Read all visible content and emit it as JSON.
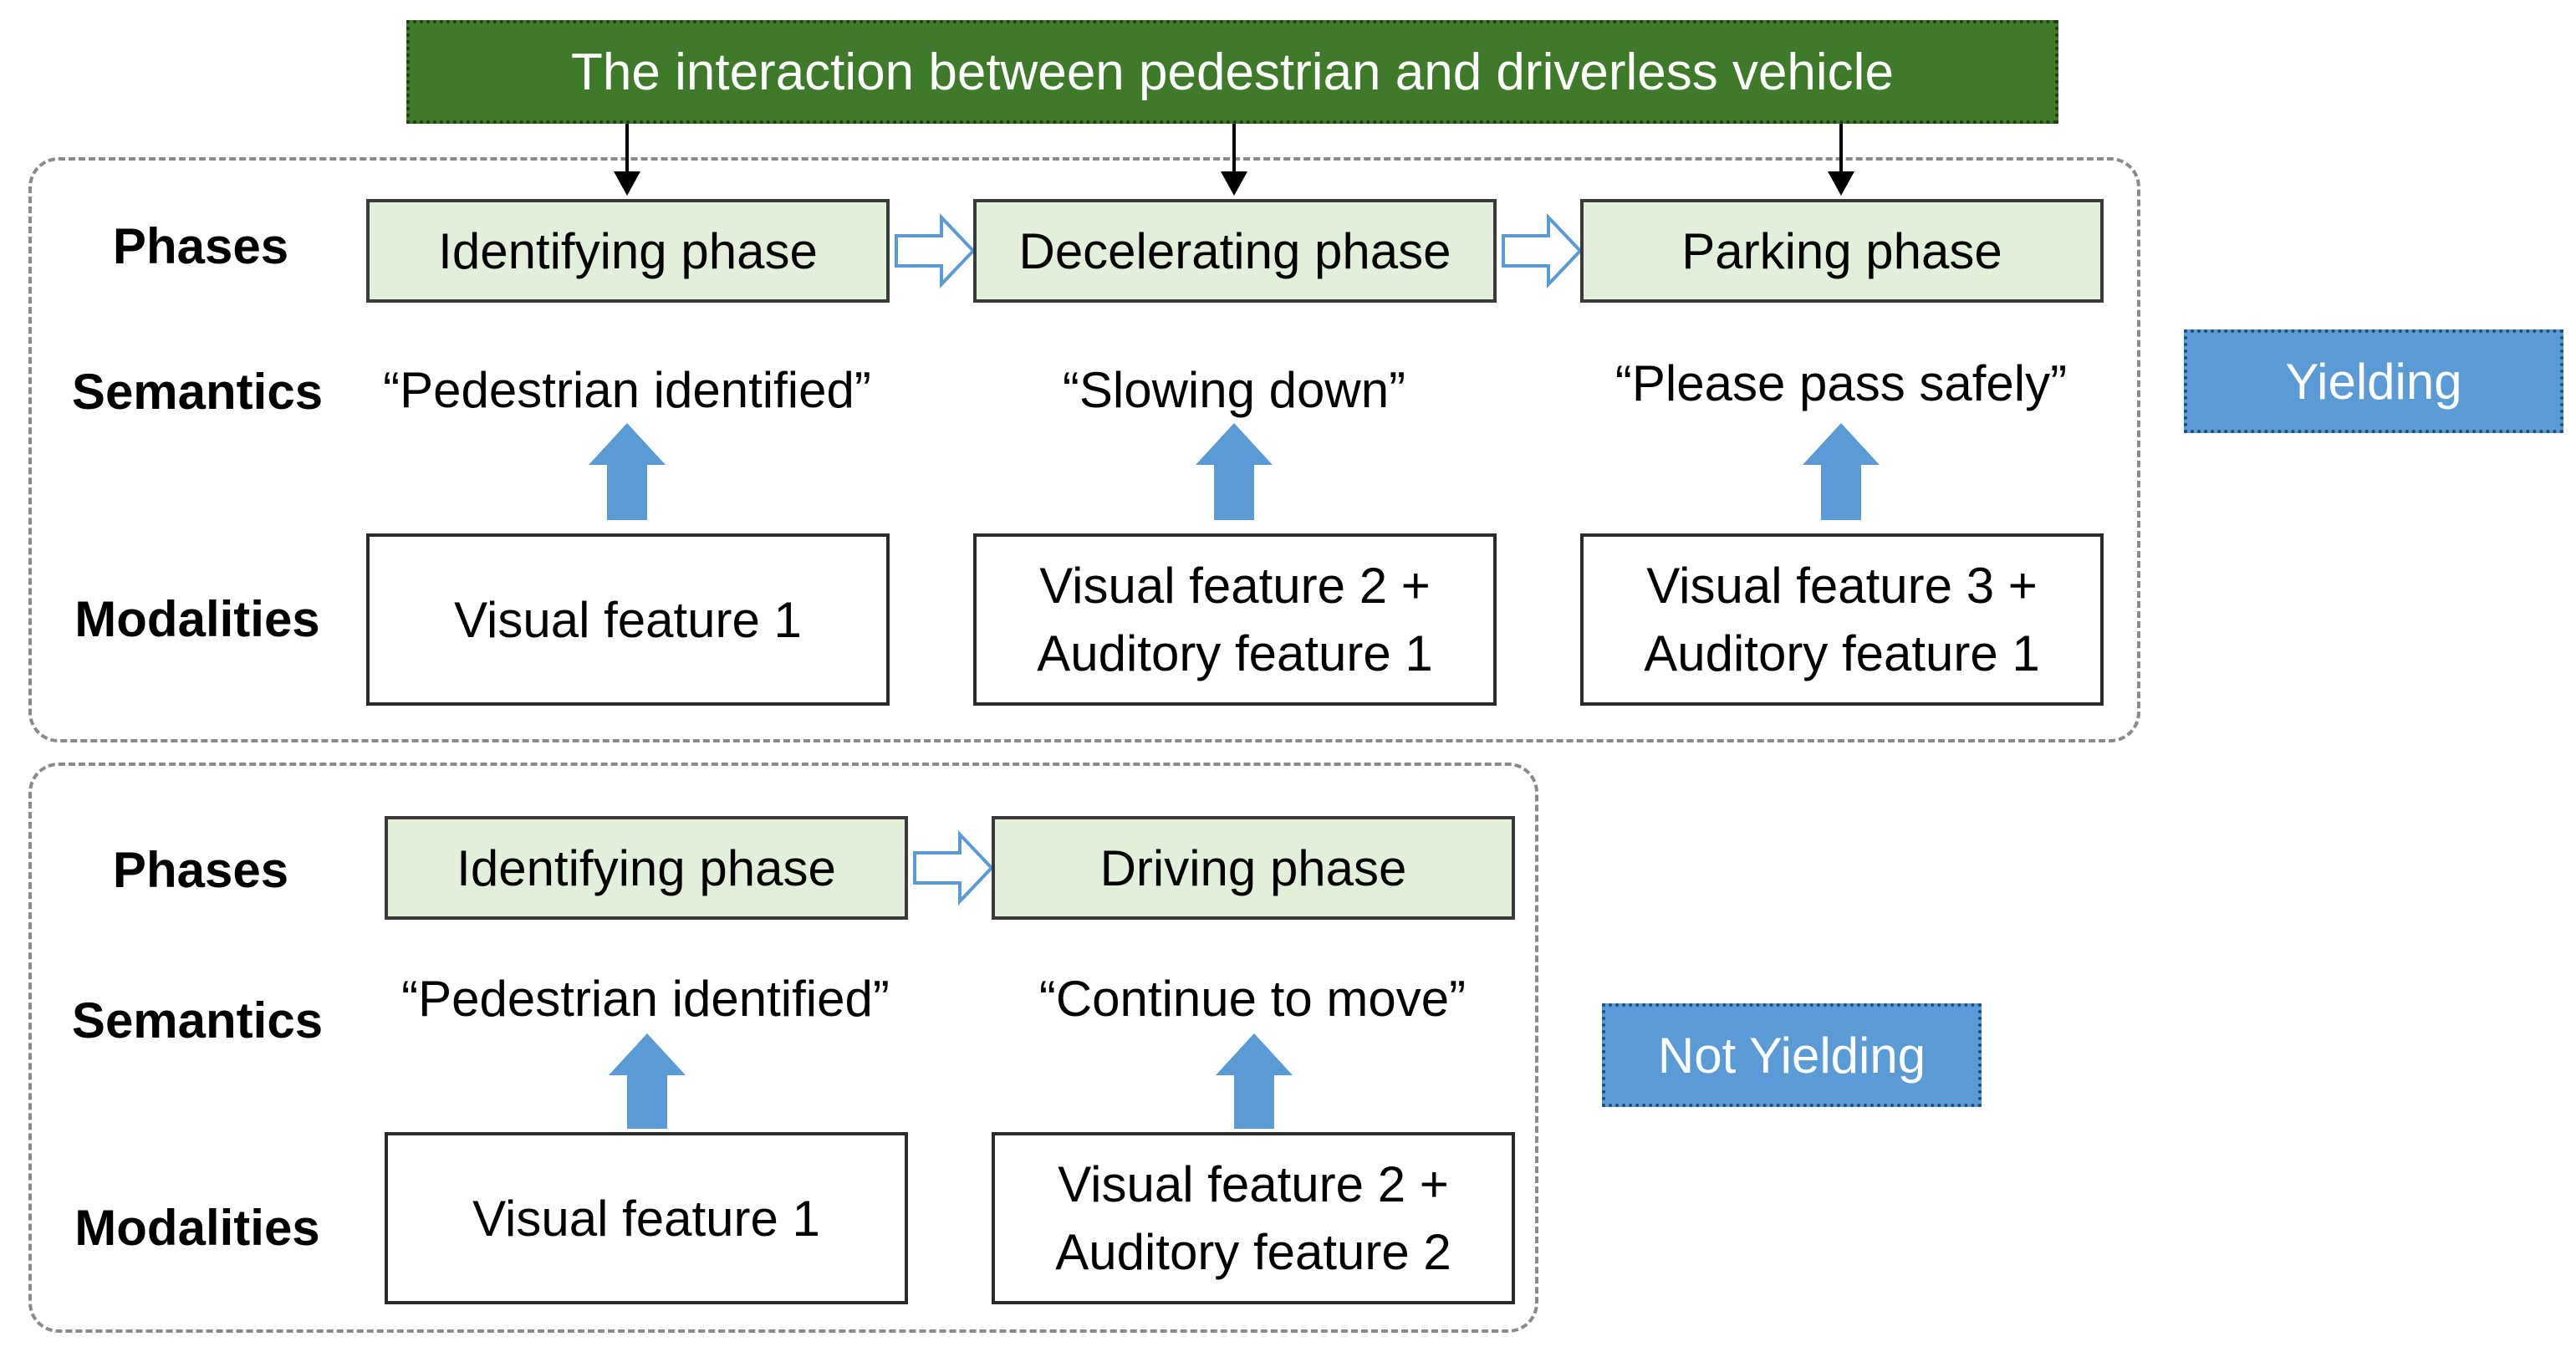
{
  "title": "The interaction between pedestrian and driverless vehicle",
  "row_labels": {
    "phases": "Phases",
    "semantics": "Semantics",
    "modalities": "Modalities"
  },
  "yielding": {
    "outcome": "Yielding",
    "phases": [
      "Identifying phase",
      "Decelerating phase",
      "Parking phase"
    ],
    "semantics": [
      "“Pedestrian identified”",
      "“Slowing down”",
      "“Please pass safely”"
    ],
    "modalities": [
      [
        "Visual feature 1"
      ],
      [
        "Visual feature 2 +",
        "Auditory feature 1"
      ],
      [
        "Visual feature 3 +",
        "Auditory feature 1"
      ]
    ]
  },
  "not_yielding": {
    "outcome": "Not Yielding",
    "phases": [
      "Identifying phase",
      "Driving phase"
    ],
    "semantics": [
      "“Pedestrian identified”",
      "“Continue to move”"
    ],
    "modalities": [
      [
        "Visual feature 1"
      ],
      [
        "Visual feature 2 +",
        "Auditory feature 2"
      ]
    ]
  },
  "colors": {
    "title_fill": "#3f7a2a",
    "phase_fill": "#e2efda",
    "arrow_fill": "#5b9bd5",
    "outcome_fill": "#5b9bd5",
    "group_border": "#8a8a8a"
  }
}
